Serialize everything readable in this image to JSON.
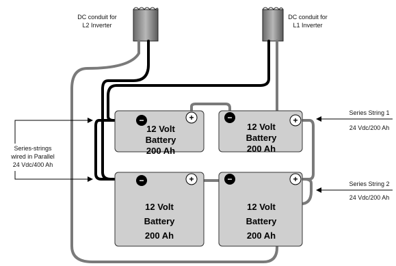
{
  "conduits": {
    "left_label_line1": "DC conduit for",
    "left_label_line2": "L2 Inverter",
    "right_label_line1": "DC conduit for",
    "right_label_line2": "L1 Inverter"
  },
  "left_note": {
    "line1": "Series-strings",
    "line2": "wired in Parallel",
    "line3": "24 Vdc/400 Ah"
  },
  "string1": {
    "name": "Series String 1",
    "rating": "24 Vdc/200 Ah"
  },
  "string2": {
    "name": "Series String 2",
    "rating": "24 Vdc/200 Ah"
  },
  "batteries": [
    {
      "voltage": "12 Volt",
      "type": "Battery",
      "capacity": "200 Ah"
    },
    {
      "voltage": "12 Volt",
      "type": "Battery",
      "capacity": "200 Ah"
    },
    {
      "voltage": "12 Volt",
      "type": "Battery",
      "capacity": "200 Ah"
    },
    {
      "voltage": "12 Volt",
      "type": "Battery",
      "capacity": "200 Ah"
    }
  ],
  "terminals": {
    "negative": "−",
    "positive": "+"
  },
  "colors": {
    "battery_fill": "#cfcfcf",
    "negative_cable": "#000000",
    "positive_cable": "#7a7a7a",
    "conduit": "#808080"
  }
}
